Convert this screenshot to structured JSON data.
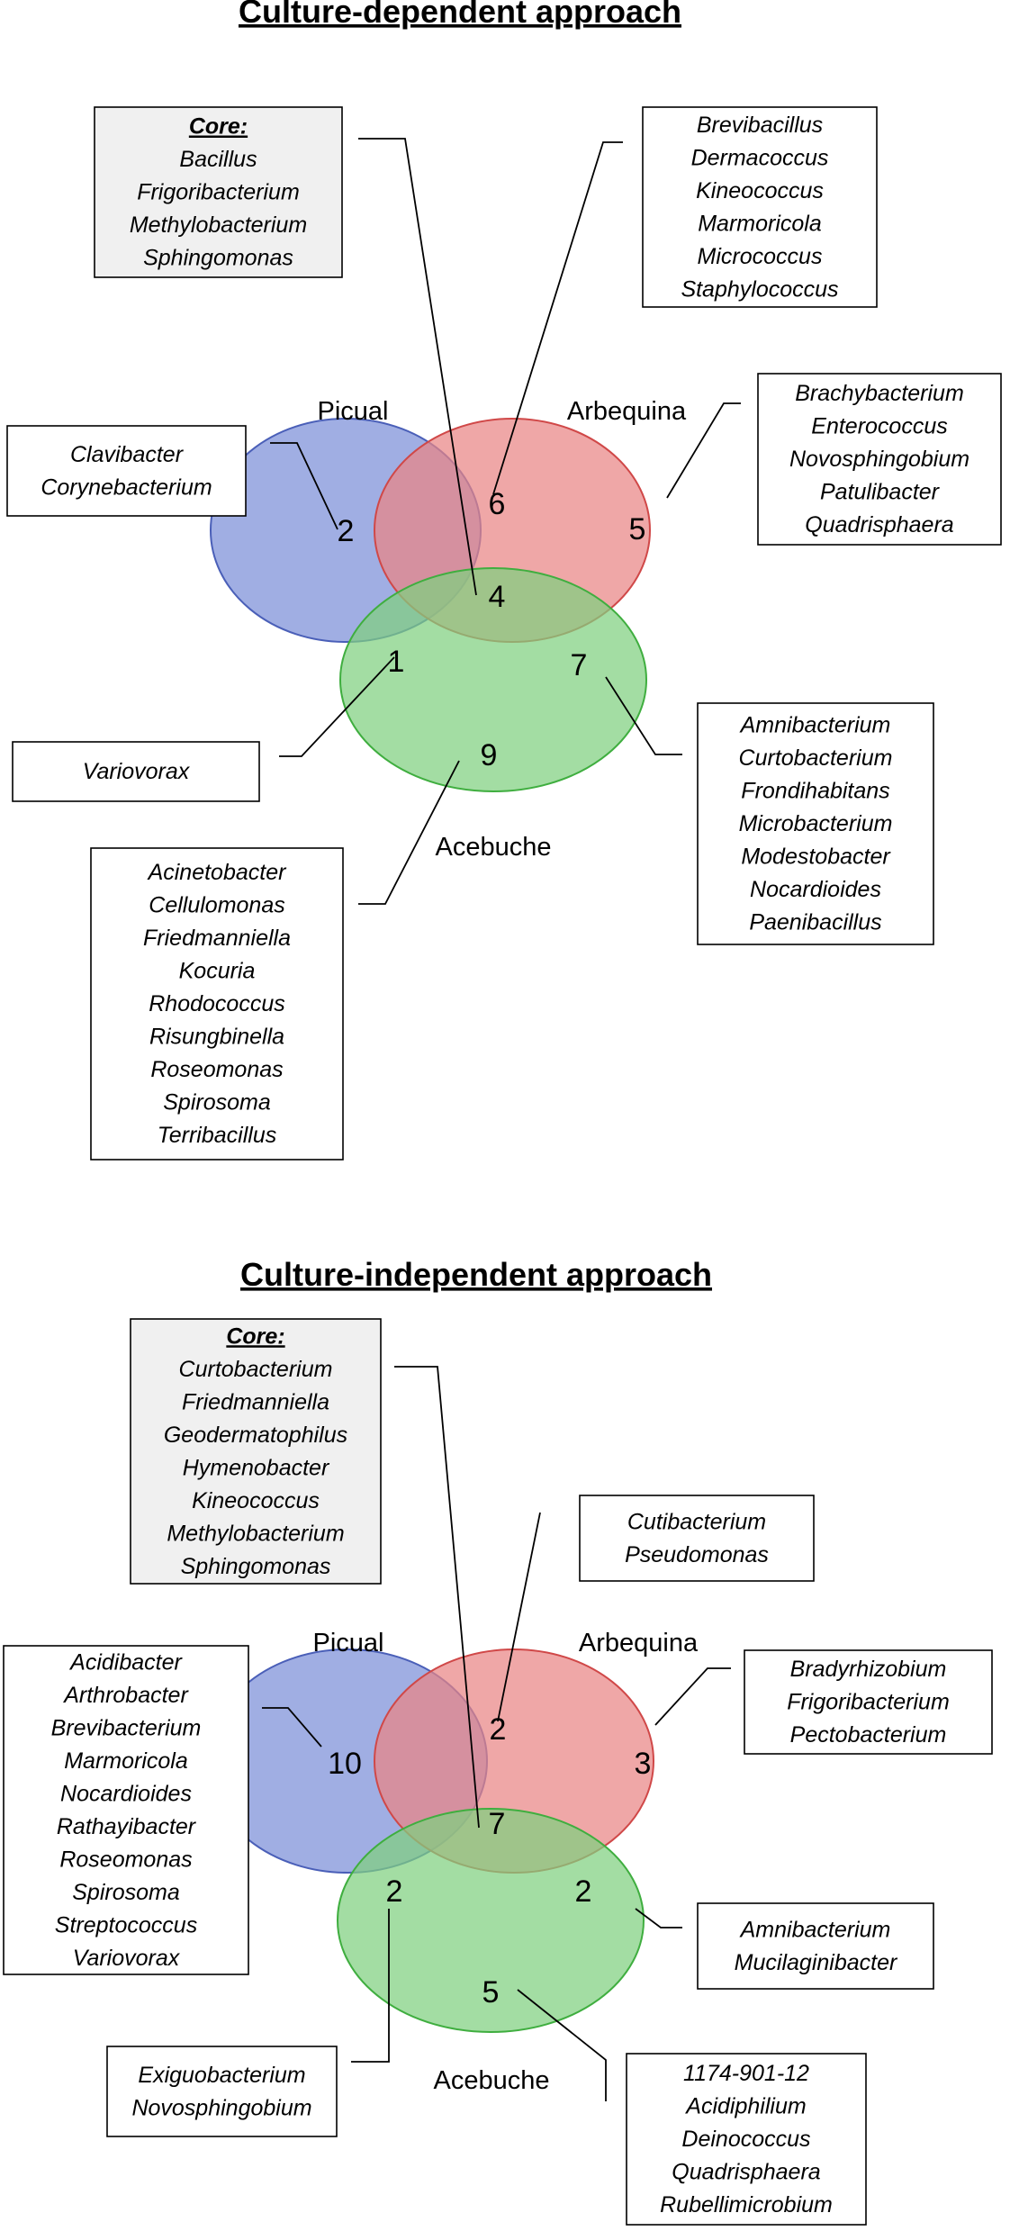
{
  "colors": {
    "picual_fill": "#7b8fd8",
    "picual_stroke": "#4a5fb8",
    "arbequina_fill": "#e98585",
    "arbequina_stroke": "#d04848",
    "acebuche_fill": "#7fd07f",
    "acebuche_stroke": "#3fae3f"
  },
  "panels": [
    {
      "title": "Culture-dependent approach",
      "sets": {
        "picual": "Picual",
        "arbequina": "Arbequina",
        "acebuche": "Acebuche"
      },
      "counts": {
        "picual_only": "2",
        "arbequina_only": "5",
        "acebuche_only": "9",
        "picual_arbequina": "6",
        "picual_acebuche": "1",
        "arbequina_acebuche": "7",
        "core": "4"
      },
      "boxes": {
        "core": {
          "heading": "Core:",
          "items": [
            "Bacillus",
            "Frigoribacterium",
            "Methylobacterium",
            "Sphingomonas"
          ]
        },
        "picual_arbequina": {
          "items": [
            "Brevibacillus",
            "Dermacoccus",
            "Kineococcus",
            "Marmoricola",
            "Micrococcus",
            "Staphylococcus"
          ]
        },
        "arbequina_only": {
          "items": [
            "Brachybacterium",
            "Enterococcus",
            "Novosphingobium",
            "Patulibacter",
            "Quadrisphaera"
          ]
        },
        "picual_only": {
          "items": [
            "Clavibacter",
            "Corynebacterium"
          ]
        },
        "picual_acebuche": {
          "items": [
            "Variovorax"
          ]
        },
        "arbequina_acebuche": {
          "items": [
            "Amnibacterium",
            "Curtobacterium",
            "Frondihabitans",
            "Microbacterium",
            "Modestobacter",
            "Nocardioides",
            "Paenibacillus"
          ]
        },
        "acebuche_only": {
          "items": [
            "Acinetobacter",
            "Cellulomonas",
            "Friedmanniella",
            "Kocuria",
            "Rhodococcus",
            "Risungbinella",
            "Roseomonas",
            "Spirosoma",
            "Terribacillus"
          ]
        }
      }
    },
    {
      "title": "Culture-independent approach",
      "sets": {
        "picual": "Picual",
        "arbequina": "Arbequina",
        "acebuche": "Acebuche"
      },
      "counts": {
        "picual_only": "10",
        "arbequina_only": "3",
        "acebuche_only": "5",
        "picual_arbequina": "2",
        "picual_acebuche": "2",
        "arbequina_acebuche": "2",
        "core": "7"
      },
      "boxes": {
        "core": {
          "heading": "Core:",
          "items": [
            "Curtobacterium",
            "Friedmanniella",
            "Geodermatophilus",
            "Hymenobacter",
            "Kineococcus",
            "Methylobacterium",
            "Sphingomonas"
          ]
        },
        "picual_arbequina": {
          "items": [
            "Cutibacterium",
            "Pseudomonas"
          ]
        },
        "arbequina_only": {
          "items": [
            "Bradyrhizobium",
            "Frigoribacterium",
            "Pectobacterium"
          ]
        },
        "picual_only": {
          "items": [
            "Acidibacter",
            "Arthrobacter",
            "Brevibacterium",
            "Marmoricola",
            "Nocardioides",
            "Rathayibacter",
            "Roseomonas",
            "Spirosoma",
            "Streptococcus",
            "Variovorax"
          ]
        },
        "picual_acebuche": {
          "items": [
            "Exiguobacterium",
            "Novosphingobium"
          ]
        },
        "arbequina_acebuche": {
          "items": [
            "Amnibacterium",
            "Mucilaginibacter"
          ]
        },
        "acebuche_only": {
          "items": [
            "1174-901-12",
            "Acidiphilium",
            "Deinococcus",
            "Quadrisphaera",
            "Rubellimicrobium"
          ]
        }
      }
    }
  ]
}
